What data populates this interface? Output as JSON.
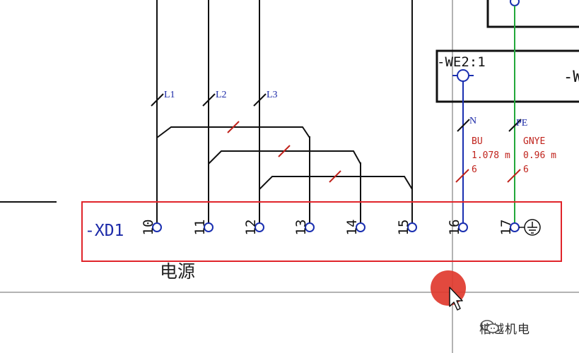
{
  "colors": {
    "wire_black": "#111111",
    "wire_blue": "#1a2fb0",
    "wire_green": "#22a83a",
    "text_blue": "#1c2aa8",
    "text_red": "#c0231c",
    "highlight_red": "#e0242a",
    "cursor_dot": "#e03a2e"
  },
  "terminal_strip": {
    "name": "-XD1",
    "caption": "电源",
    "terminals": [
      "10",
      "11",
      "12",
      "13",
      "14",
      "15",
      "16",
      "17"
    ]
  },
  "phases": {
    "l1": "L1",
    "l2": "L2",
    "l3": "L3"
  },
  "device": {
    "tag": "-WE2:1",
    "tag_partial": "-W"
  },
  "conductors": [
    {
      "name": "N",
      "color_code": "BU",
      "length": "1.078 m",
      "cross_section": "6"
    },
    {
      "name": "PE",
      "color_code": "GNYE",
      "length": "0.96 m",
      "cross_section": "6"
    }
  ],
  "watermark": {
    "text": "柏越机电",
    "icon": "wechat-icon"
  },
  "icons": {
    "ground": "ground-icon",
    "cursor": "mouse-pointer-icon"
  }
}
